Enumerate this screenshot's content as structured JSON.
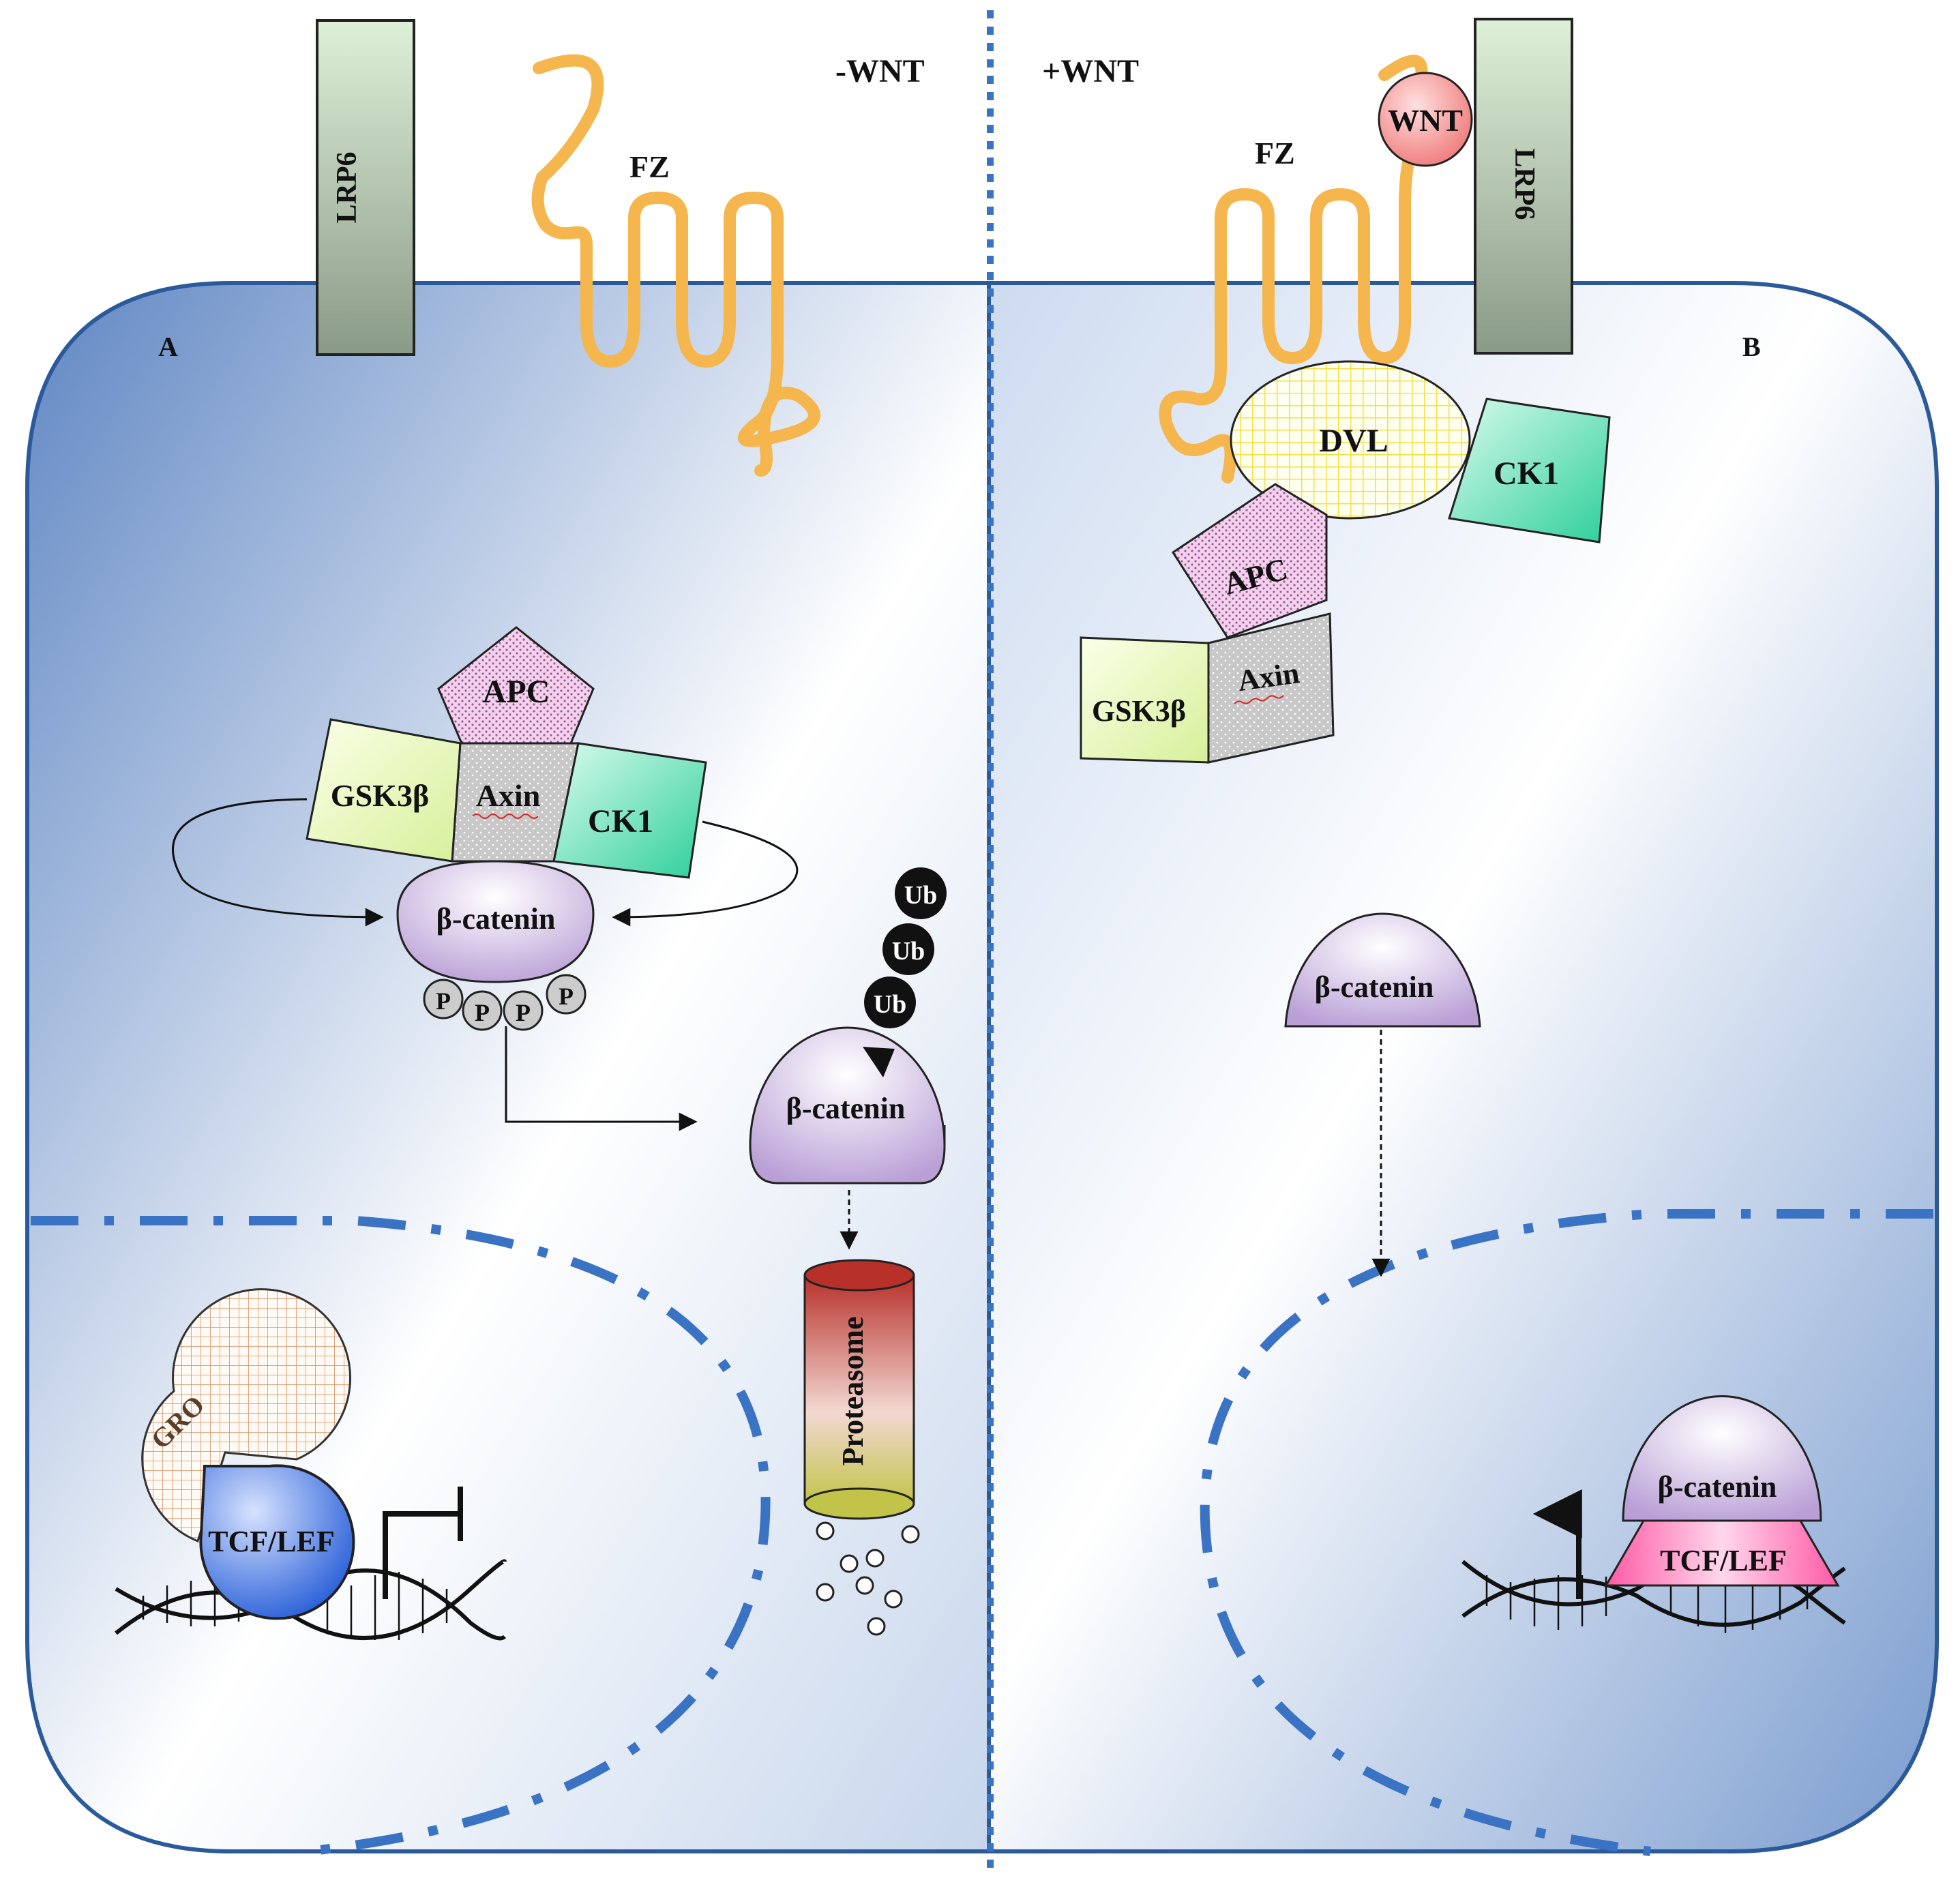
{
  "condition_left": "-WNT",
  "condition_right": "+WNT",
  "panel_a": "A",
  "panel_b": "B",
  "left": {
    "lrp6": "LRP6",
    "fz": "FZ",
    "apc": "APC",
    "gsk3b": "GSK3β",
    "axin": "Axin",
    "ck1": "CK1",
    "bcat_complex": "β-catenin",
    "phospho": [
      "P",
      "P",
      "P",
      "P"
    ],
    "bcat_ub": "β-catenin",
    "ub": [
      "Ub",
      "Ub",
      "Ub"
    ],
    "proteasome": "Proteasome",
    "gro": "GRO",
    "tcf": "TCF/LEF"
  },
  "right": {
    "wnt": "WNT",
    "lrp6": "LRP6",
    "fz": "FZ",
    "dvl": "DVL",
    "ck1": "CK1",
    "apc": "APC",
    "gsk3b": "GSK3β",
    "axin": "Axin",
    "bcat_free": "β-catenin",
    "bcat_nuc": "β-catenin",
    "tcf": "TCF/LEF"
  }
}
